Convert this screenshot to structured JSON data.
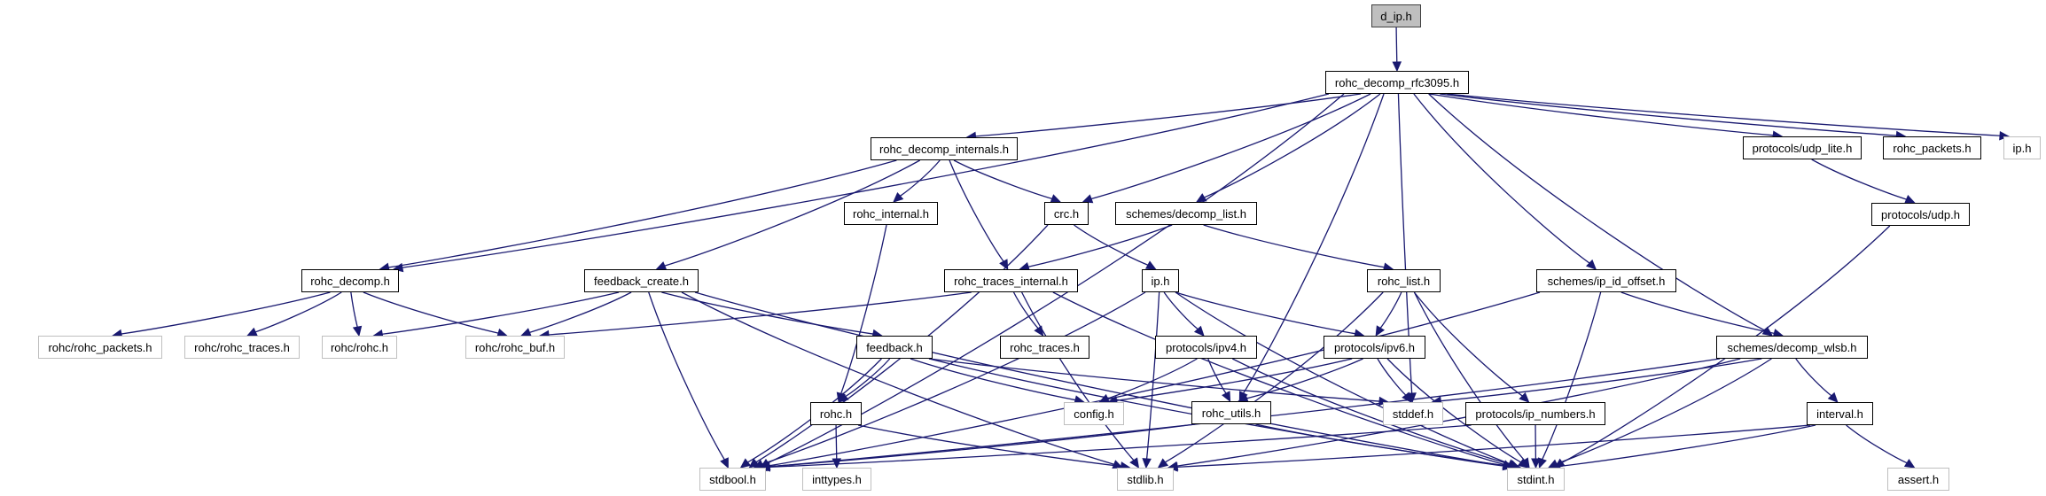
{
  "graph": {
    "title": "d_ip.h include dependency graph",
    "colors": {
      "edge": "#191970",
      "root_fill": "#bfbfbf",
      "external_border": "#bfbfbf",
      "node_border": "#000000"
    },
    "nodes": [
      {
        "id": "d_ip",
        "label": "d_ip.h",
        "kind": "root"
      },
      {
        "id": "rfc3095",
        "label": "rohc_decomp_rfc3095.h",
        "kind": "doc"
      },
      {
        "id": "decomp_internals",
        "label": "rohc_decomp_internals.h",
        "kind": "doc"
      },
      {
        "id": "udp_lite",
        "label": "protocols/udp_lite.h",
        "kind": "doc"
      },
      {
        "id": "rohc_packets",
        "label": "rohc_packets.h",
        "kind": "doc"
      },
      {
        "id": "ip_sys",
        "label": "ip.h",
        "kind": "external"
      },
      {
        "id": "rohc_internal",
        "label": "rohc_internal.h",
        "kind": "doc"
      },
      {
        "id": "crc",
        "label": "crc.h",
        "kind": "doc"
      },
      {
        "id": "decomp_list",
        "label": "schemes/decomp_list.h",
        "kind": "doc"
      },
      {
        "id": "udp",
        "label": "protocols/udp.h",
        "kind": "doc"
      },
      {
        "id": "rohc_decomp",
        "label": "rohc_decomp.h",
        "kind": "doc"
      },
      {
        "id": "feedback_create",
        "label": "feedback_create.h",
        "kind": "doc"
      },
      {
        "id": "traces_internal",
        "label": "rohc_traces_internal.h",
        "kind": "doc"
      },
      {
        "id": "ip",
        "label": "ip.h",
        "kind": "doc"
      },
      {
        "id": "rohc_list",
        "label": "rohc_list.h",
        "kind": "doc"
      },
      {
        "id": "ip_id_offset",
        "label": "schemes/ip_id_offset.h",
        "kind": "doc"
      },
      {
        "id": "rohc_rohc_packets",
        "label": "rohc/rohc_packets.h",
        "kind": "external"
      },
      {
        "id": "rohc_rohc_traces",
        "label": "rohc/rohc_traces.h",
        "kind": "external"
      },
      {
        "id": "rohc_rohc",
        "label": "rohc/rohc.h",
        "kind": "external"
      },
      {
        "id": "rohc_buf",
        "label": "rohc/rohc_buf.h",
        "kind": "external"
      },
      {
        "id": "feedback",
        "label": "feedback.h",
        "kind": "doc"
      },
      {
        "id": "rohc_traces",
        "label": "rohc_traces.h",
        "kind": "doc"
      },
      {
        "id": "ipv4",
        "label": "protocols/ipv4.h",
        "kind": "doc"
      },
      {
        "id": "ipv6",
        "label": "protocols/ipv6.h",
        "kind": "doc"
      },
      {
        "id": "decomp_wlsb",
        "label": "schemes/decomp_wlsb.h",
        "kind": "doc"
      },
      {
        "id": "rohc_h",
        "label": "rohc.h",
        "kind": "doc"
      },
      {
        "id": "config",
        "label": "config.h",
        "kind": "external"
      },
      {
        "id": "rohc_utils",
        "label": "rohc_utils.h",
        "kind": "doc"
      },
      {
        "id": "stddef",
        "label": "stddef.h",
        "kind": "external"
      },
      {
        "id": "ip_numbers",
        "label": "protocols/ip_numbers.h",
        "kind": "doc"
      },
      {
        "id": "interval",
        "label": "interval.h",
        "kind": "doc"
      },
      {
        "id": "stdbool",
        "label": "stdbool.h",
        "kind": "external"
      },
      {
        "id": "inttypes",
        "label": "inttypes.h",
        "kind": "external"
      },
      {
        "id": "stdlib",
        "label": "stdlib.h",
        "kind": "external"
      },
      {
        "id": "stdint",
        "label": "stdint.h",
        "kind": "external"
      },
      {
        "id": "assert",
        "label": "assert.h",
        "kind": "external"
      }
    ],
    "edges": [
      [
        "d_ip",
        "rfc3095"
      ],
      [
        "rfc3095",
        "decomp_internals"
      ],
      [
        "rfc3095",
        "udp_lite"
      ],
      [
        "rfc3095",
        "rohc_packets"
      ],
      [
        "rfc3095",
        "ip_sys"
      ],
      [
        "rfc3095",
        "crc"
      ],
      [
        "rfc3095",
        "decomp_list"
      ],
      [
        "rfc3095",
        "rohc_decomp"
      ],
      [
        "rfc3095",
        "stdbool"
      ],
      [
        "rfc3095",
        "rohc_utils"
      ],
      [
        "rfc3095",
        "stddef"
      ],
      [
        "rfc3095",
        "ip_id_offset"
      ],
      [
        "rfc3095",
        "decomp_wlsb"
      ],
      [
        "decomp_internals",
        "rohc_internal"
      ],
      [
        "decomp_internals",
        "crc"
      ],
      [
        "decomp_internals",
        "rohc_decomp"
      ],
      [
        "decomp_internals",
        "feedback_create"
      ],
      [
        "decomp_internals",
        "traces_internal"
      ],
      [
        "udp_lite",
        "udp"
      ],
      [
        "udp",
        "stdint"
      ],
      [
        "rohc_internal",
        "rohc_h"
      ],
      [
        "crc",
        "ip"
      ],
      [
        "crc",
        "stdbool"
      ],
      [
        "decomp_list",
        "traces_internal"
      ],
      [
        "decomp_list",
        "rohc_list"
      ],
      [
        "rohc_decomp",
        "rohc_rohc_packets"
      ],
      [
        "rohc_decomp",
        "rohc_rohc_traces"
      ],
      [
        "rohc_decomp",
        "rohc_rohc"
      ],
      [
        "rohc_decomp",
        "rohc_buf"
      ],
      [
        "feedback_create",
        "rohc_rohc"
      ],
      [
        "feedback_create",
        "rohc_buf"
      ],
      [
        "feedback_create",
        "feedback"
      ],
      [
        "feedback_create",
        "stdbool"
      ],
      [
        "feedback_create",
        "stdlib"
      ],
      [
        "feedback_create",
        "stdint"
      ],
      [
        "traces_internal",
        "rohc_traces"
      ],
      [
        "traces_internal",
        "rohc_buf"
      ],
      [
        "traces_internal",
        "stdlib"
      ],
      [
        "traces_internal",
        "stdint"
      ],
      [
        "ip",
        "ipv4"
      ],
      [
        "ip",
        "ipv6"
      ],
      [
        "ip",
        "stdbool"
      ],
      [
        "ip",
        "stdlib"
      ],
      [
        "ip",
        "stdint"
      ],
      [
        "rohc_list",
        "ipv6"
      ],
      [
        "rohc_list",
        "ip_numbers"
      ],
      [
        "rohc_list",
        "stdlib"
      ],
      [
        "rohc_list",
        "stdint"
      ],
      [
        "ip_id_offset",
        "decomp_wlsb"
      ],
      [
        "ip_id_offset",
        "stdbool"
      ],
      [
        "ip_id_offset",
        "stdint"
      ],
      [
        "feedback",
        "rohc_h"
      ],
      [
        "feedback",
        "config"
      ],
      [
        "feedback",
        "stddef"
      ],
      [
        "feedback",
        "stdbool"
      ],
      [
        "feedback",
        "stdint"
      ],
      [
        "ipv4",
        "config"
      ],
      [
        "ipv4",
        "rohc_utils"
      ],
      [
        "ipv4",
        "stdint"
      ],
      [
        "ipv6",
        "config"
      ],
      [
        "ipv6",
        "rohc_utils"
      ],
      [
        "ipv6",
        "stddef"
      ],
      [
        "ipv6",
        "stdint"
      ],
      [
        "decomp_wlsb",
        "interval"
      ],
      [
        "decomp_wlsb",
        "stddef"
      ],
      [
        "decomp_wlsb",
        "stdbool"
      ],
      [
        "decomp_wlsb",
        "stdlib"
      ],
      [
        "decomp_wlsb",
        "stdint"
      ],
      [
        "rohc_h",
        "inttypes"
      ],
      [
        "rohc_h",
        "stdlib"
      ],
      [
        "rohc_utils",
        "stdbool"
      ],
      [
        "rohc_utils",
        "stdint"
      ],
      [
        "ip_numbers",
        "stdbool"
      ],
      [
        "ip_numbers",
        "stdint"
      ],
      [
        "interval",
        "stdlib"
      ],
      [
        "interval",
        "stdint"
      ],
      [
        "interval",
        "assert"
      ]
    ]
  }
}
